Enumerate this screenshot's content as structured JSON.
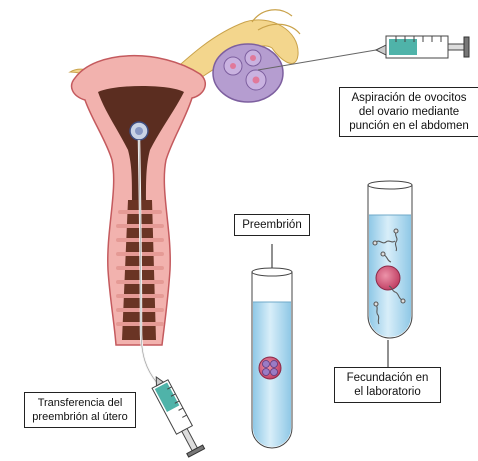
{
  "labels": {
    "aspiration": [
      "Aspiración de ovocitos",
      "del ovario mediante",
      "punción en el abdomen"
    ],
    "preembryo": [
      "Preembrión"
    ],
    "fertilization": [
      "Fecundación en",
      "el laboratorio"
    ],
    "transfer": [
      "Transferencia del",
      "preembrión al útero"
    ]
  },
  "colors": {
    "uterus": "#f2b0ad",
    "uterus_outline": "#c45a5e",
    "uterus_inner": "#5b2d20",
    "ovary": "#b29acb",
    "fallopian_tube": "#f2d58a",
    "syringe_fluid": "#4fb3a9",
    "tube_fluid": "#a9d7ec",
    "cell": "#d95b7a"
  }
}
